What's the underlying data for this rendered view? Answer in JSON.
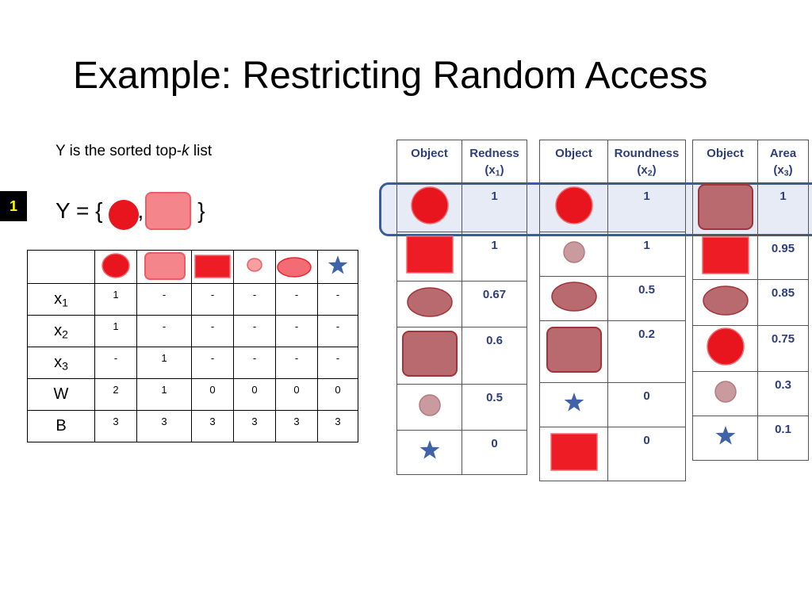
{
  "title": "Example: Restricting Random Access",
  "subtitle": {
    "before": "Y is the sorted top-",
    "k": "k",
    "after": " list"
  },
  "step_badge": "1",
  "y_set": {
    "open": "Y = {",
    "comma": ",",
    "close": "}"
  },
  "colors": {
    "red": "#e8141e",
    "light_red": "#f4858a",
    "muted_red": "#b96a6e",
    "pale_red": "#c99a9e",
    "star_blue": "#3f62a8",
    "header_text": "#2e3e7a",
    "highlight": "#3b5b9e"
  },
  "matrix": {
    "columns": [
      "red-circle",
      "light-red-rounded-square",
      "red-rectangle",
      "small-light-red-circle",
      "light-red-ellipse",
      "blue-star"
    ],
    "rows": [
      {
        "label": "x",
        "sub": "1",
        "values": [
          "1",
          "-",
          "-",
          "-",
          "-",
          "-"
        ]
      },
      {
        "label": "x",
        "sub": "2",
        "values": [
          "1",
          "-",
          "-",
          "-",
          "-",
          "-"
        ]
      },
      {
        "label": "x",
        "sub": "3",
        "values": [
          "-",
          "1",
          "-",
          "-",
          "-",
          "-"
        ]
      },
      {
        "label": "W",
        "sub": "",
        "values": [
          "2",
          "1",
          "0",
          "0",
          "0",
          "0"
        ]
      },
      {
        "label": "B",
        "sub": "",
        "values": [
          "3",
          "3",
          "3",
          "3",
          "3",
          "3"
        ]
      }
    ]
  },
  "rankings": [
    {
      "header_object": "Object",
      "header_attr": "Redness",
      "header_var": "x",
      "header_sub": "1",
      "rows": [
        {
          "object": "red-circle",
          "value": "1"
        },
        {
          "object": "red-square",
          "value": "1"
        },
        {
          "object": "muted-ellipse",
          "value": "0.67"
        },
        {
          "object": "muted-rounded-square",
          "value": "0.6"
        },
        {
          "object": "small-pale-circle",
          "value": "0.5"
        },
        {
          "object": "blue-star",
          "value": "0"
        }
      ]
    },
    {
      "header_object": "Object",
      "header_attr": "Roundness",
      "header_var": "x",
      "header_sub": "2",
      "rows": [
        {
          "object": "red-circle",
          "value": "1"
        },
        {
          "object": "small-pale-circle",
          "value": "1"
        },
        {
          "object": "muted-ellipse",
          "value": "0.5"
        },
        {
          "object": "muted-rounded-square",
          "value": "0.2"
        },
        {
          "object": "blue-star",
          "value": "0"
        },
        {
          "object": "red-square",
          "value": "0"
        }
      ]
    },
    {
      "header_object": "Object",
      "header_attr": "Area",
      "header_var": "x",
      "header_sub": "3",
      "rows": [
        {
          "object": "muted-rounded-square",
          "value": "1"
        },
        {
          "object": "red-square",
          "value": "0.95"
        },
        {
          "object": "muted-ellipse",
          "value": "0.85"
        },
        {
          "object": "red-circle",
          "value": "0.75"
        },
        {
          "object": "small-pale-circle",
          "value": "0.3"
        },
        {
          "object": "blue-star",
          "value": "0.1"
        }
      ]
    }
  ]
}
